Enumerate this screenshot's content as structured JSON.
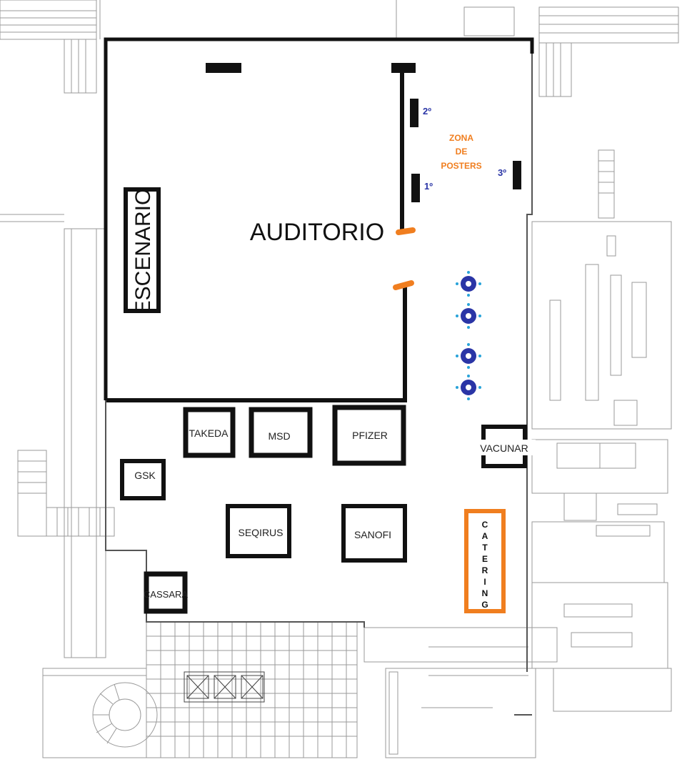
{
  "colors": {
    "wall": "#111111",
    "light_line": "#9a9a9a",
    "accent_orange": "#f07e1f",
    "accent_blue": "#2a35a6",
    "booth_border": "#111111"
  },
  "rooms": {
    "auditorium": "AUDITORIO",
    "stage": "ESCENARIO"
  },
  "booths": {
    "takeda": "TAKEDA",
    "msd": "MSD",
    "pfizer": "PFIZER",
    "gsk": "GSK",
    "seqirus": "SEQIRUS",
    "sanofi": "SANOFI",
    "cassara": "CASSARA",
    "vacunar": "VACUNAR"
  },
  "poster_zone": {
    "title_line1": "ZONA",
    "title_line2": "DE",
    "title_line3": "POSTERS",
    "posters": [
      "1º",
      "2º",
      "3º"
    ]
  },
  "catering": {
    "letters": [
      "C",
      "A",
      "T",
      "E",
      "R",
      "I",
      "N",
      "G"
    ]
  },
  "round_tables": {
    "count": 4,
    "icon": "round-table-icon"
  }
}
